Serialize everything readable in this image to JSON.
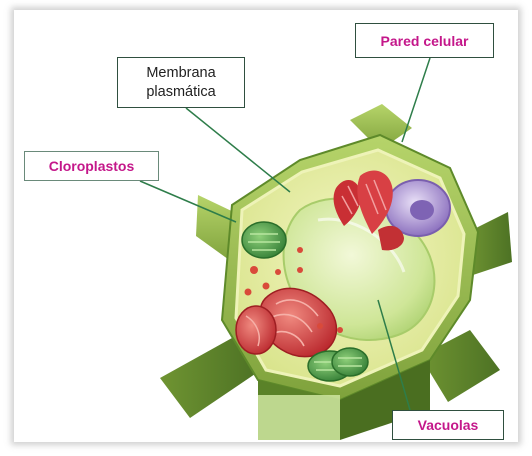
{
  "labels": {
    "membrana_line1": "Membrana",
    "membrana_line2": "plasmática",
    "pared": "Pared celular",
    "cloroplastos": "Cloroplastos",
    "vacuolas": "Vacuolas"
  },
  "colors": {
    "label_pink": "#c4178a",
    "cell_wall": "#7fa23c",
    "cytoplasm": "#e6eea0",
    "vacuole": "#d2ea9a",
    "nucleus": "#9d86c8",
    "chloroplast": "#4fa04a",
    "mitochondria": "#d43a3a",
    "leader_line": "#2e7d4a"
  }
}
